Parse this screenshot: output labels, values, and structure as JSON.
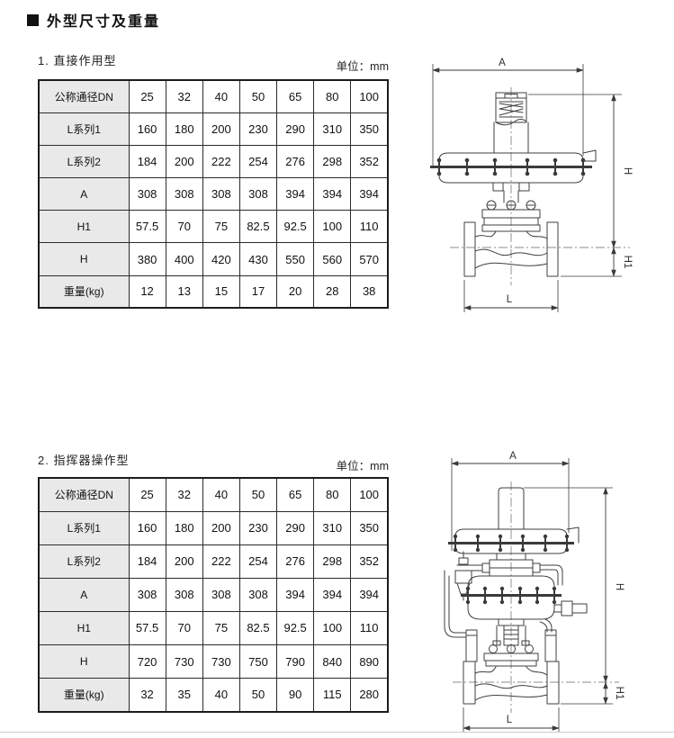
{
  "header": {
    "title": "外型尺寸及重量"
  },
  "sections": [
    {
      "label": "1. 直接作用型",
      "unit_label": "单位：mm",
      "table": {
        "rows": [
          {
            "header": "公称通径DN",
            "values": [
              "25",
              "32",
              "40",
              "50",
              "65",
              "80",
              "100"
            ]
          },
          {
            "header": "L系列1",
            "values": [
              "160",
              "180",
              "200",
              "230",
              "290",
              "310",
              "350"
            ]
          },
          {
            "header": "L系列2",
            "values": [
              "184",
              "200",
              "222",
              "254",
              "276",
              "298",
              "352"
            ]
          },
          {
            "header": "A",
            "values": [
              "308",
              "308",
              "308",
              "308",
              "394",
              "394",
              "394"
            ]
          },
          {
            "header": "H1",
            "values": [
              "57.5",
              "70",
              "75",
              "82.5",
              "92.5",
              "100",
              "110"
            ]
          },
          {
            "header": "H",
            "values": [
              "380",
              "400",
              "420",
              "430",
              "550",
              "560",
              "570"
            ]
          },
          {
            "header": "重量(kg)",
            "values": [
              "12",
              "13",
              "15",
              "17",
              "20",
              "28",
              "38"
            ]
          }
        ]
      },
      "diagram": {
        "dim_a": "A",
        "dim_h": "H",
        "dim_h1": "H1",
        "dim_l": "L"
      }
    },
    {
      "label": "2. 指挥器操作型",
      "unit_label": "单位：mm",
      "table": {
        "rows": [
          {
            "header": "公称通径DN",
            "values": [
              "25",
              "32",
              "40",
              "50",
              "65",
              "80",
              "100"
            ]
          },
          {
            "header": "L系列1",
            "values": [
              "160",
              "180",
              "200",
              "230",
              "290",
              "310",
              "350"
            ]
          },
          {
            "header": "L系列2",
            "values": [
              "184",
              "200",
              "222",
              "254",
              "276",
              "298",
              "352"
            ]
          },
          {
            "header": "A",
            "values": [
              "308",
              "308",
              "308",
              "308",
              "394",
              "394",
              "394"
            ]
          },
          {
            "header": "H1",
            "values": [
              "57.5",
              "70",
              "75",
              "82.5",
              "92.5",
              "100",
              "110"
            ]
          },
          {
            "header": "H",
            "values": [
              "720",
              "730",
              "730",
              "750",
              "790",
              "840",
              "890"
            ]
          },
          {
            "header": "重量(kg)",
            "values": [
              "32",
              "35",
              "40",
              "50",
              "90",
              "115",
              "280"
            ]
          }
        ]
      },
      "diagram": {
        "dim_a": "A",
        "dim_h": "H",
        "dim_h1": "H1",
        "dim_l": "L"
      }
    }
  ]
}
